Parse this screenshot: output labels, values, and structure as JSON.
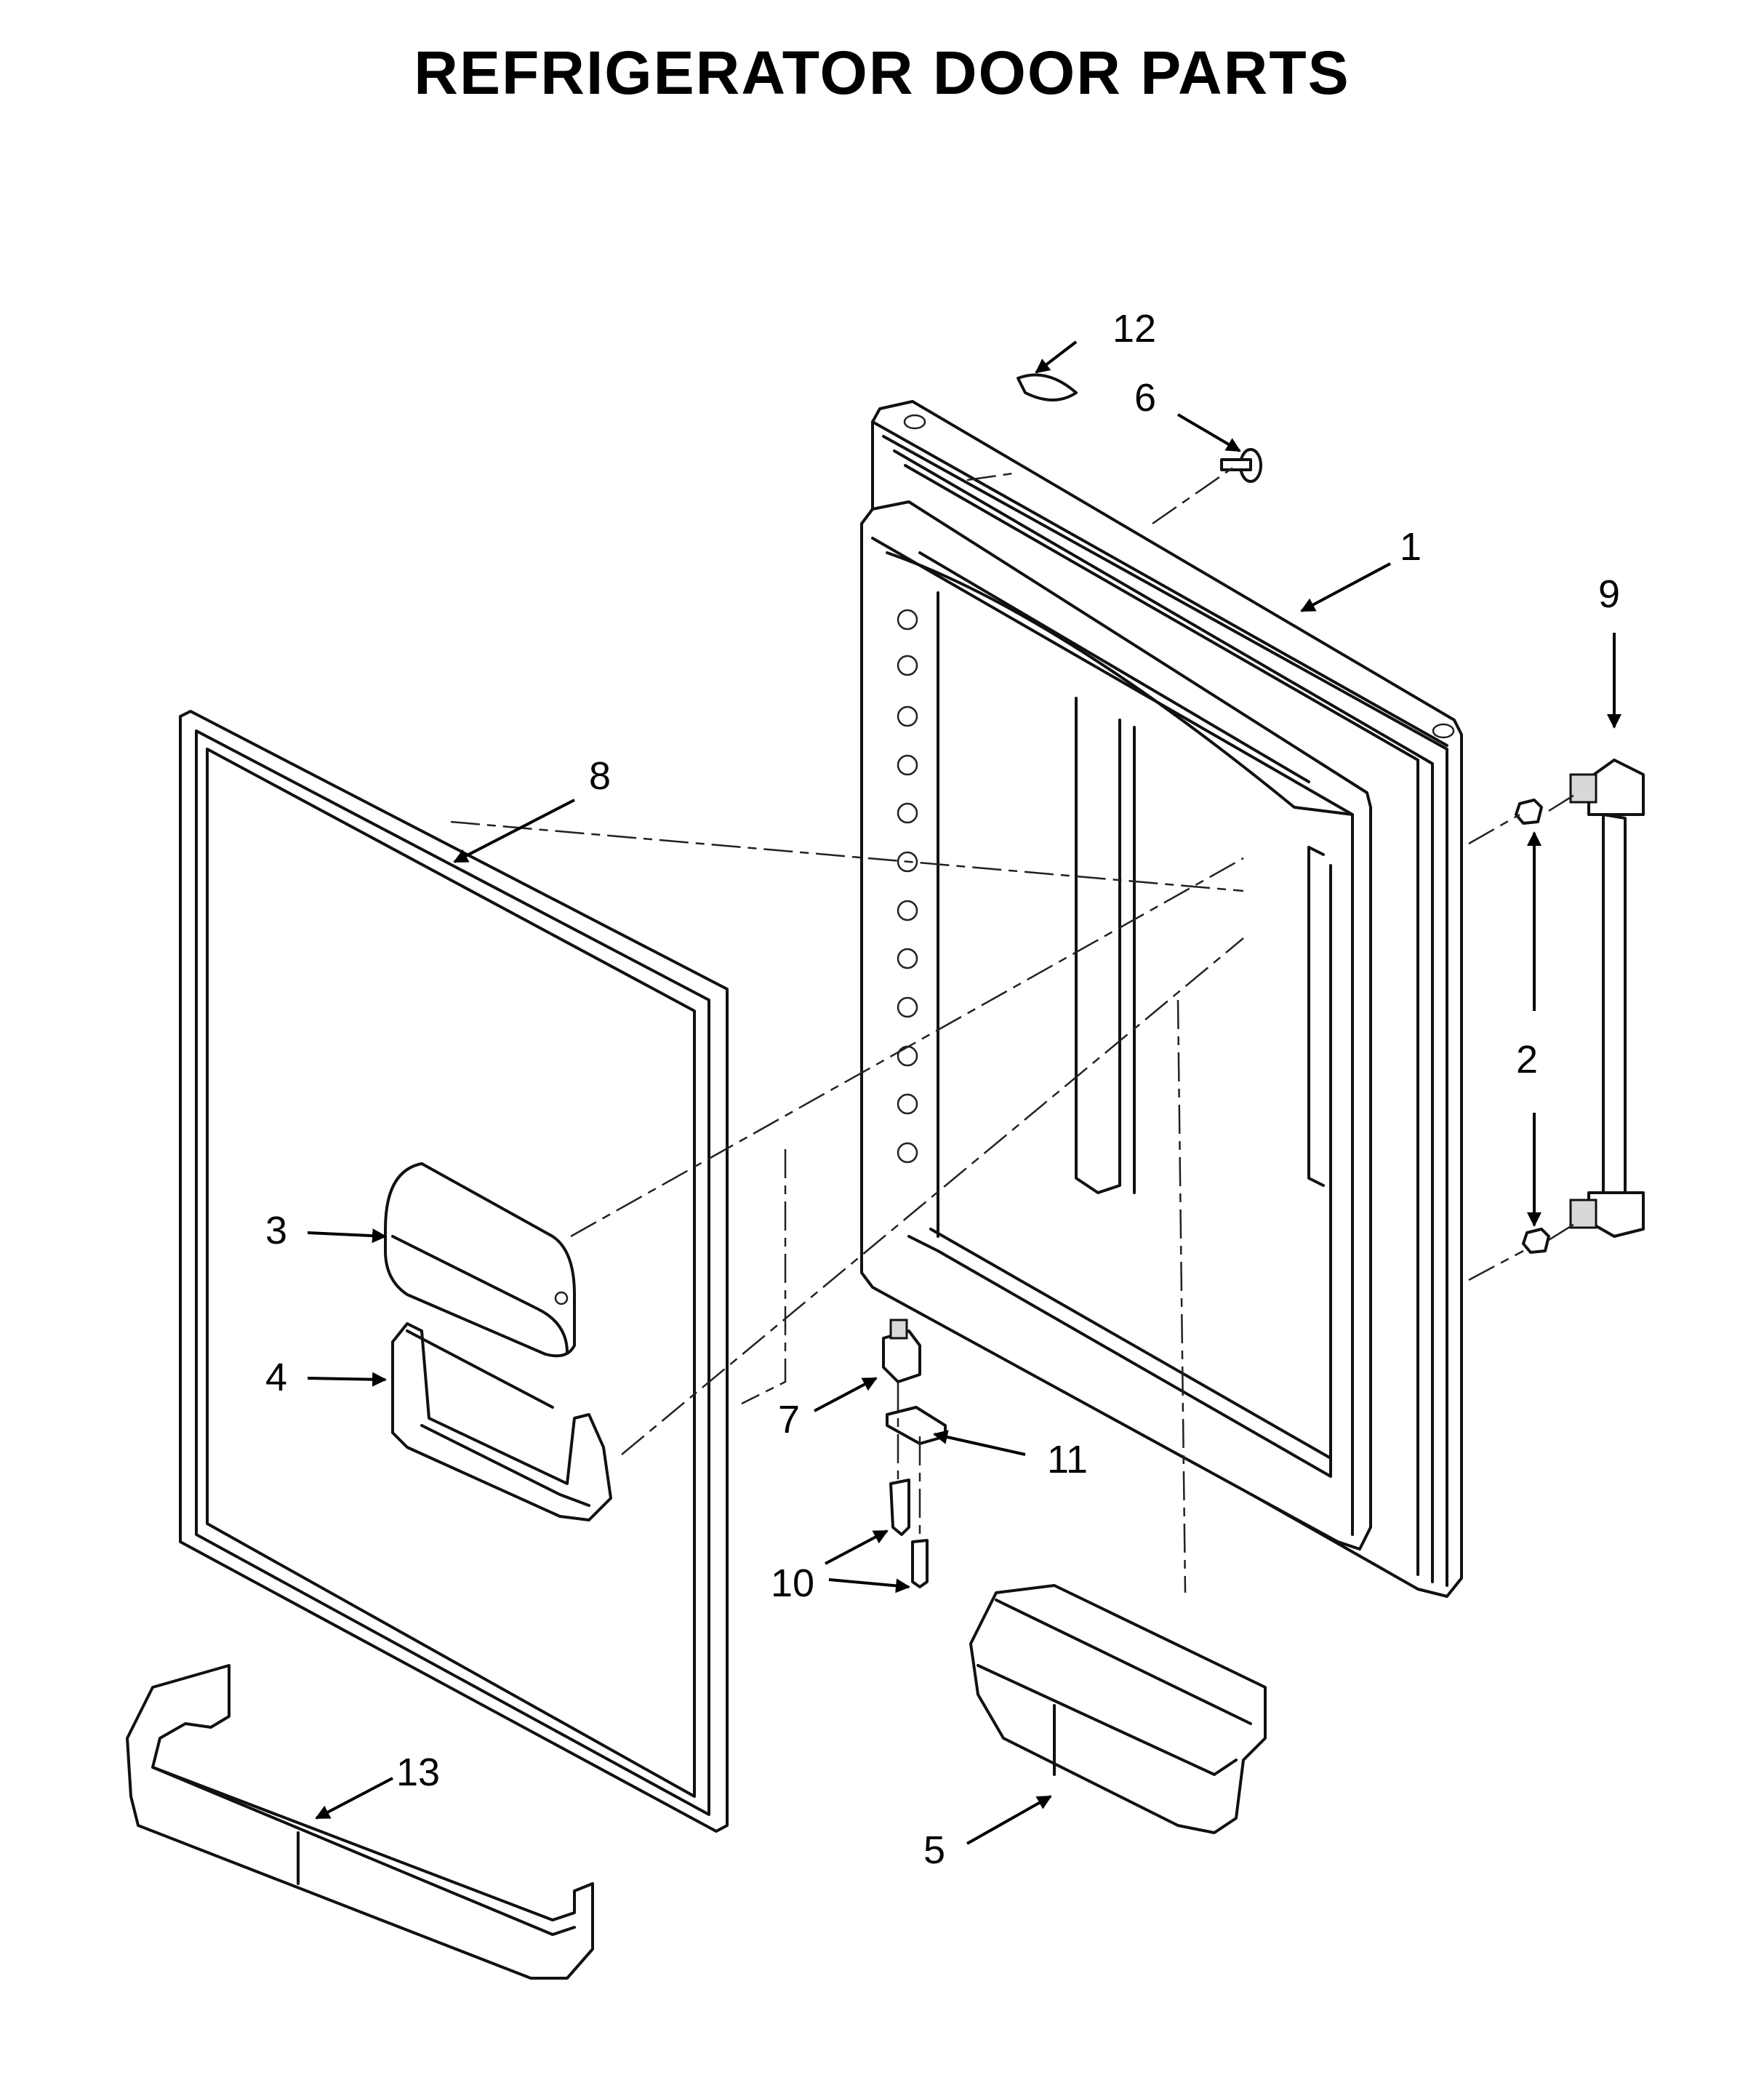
{
  "title": "REFRIGERATOR DOOR PARTS",
  "callouts": {
    "c1": "1",
    "c2": "2",
    "c3": "3",
    "c4": "4",
    "c5": "5",
    "c6": "6",
    "c7": "7",
    "c8": "8",
    "c9": "9",
    "c10a": "10",
    "c10b": "10",
    "c11": "11",
    "c12": "12",
    "c13": "13"
  }
}
